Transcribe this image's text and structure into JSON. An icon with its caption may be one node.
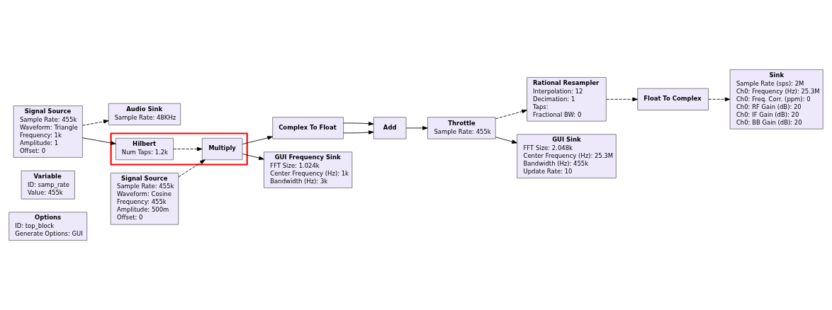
{
  "diagram": {
    "nodes": [
      {
        "text": [
          "Options",
          "ID: top_block",
          "Generate Options: GUI"
        ]
      },
      {
        "text": [
          "Variable",
          "ID: samp_rate",
          "Value: 455k"
        ]
      },
      {
        "text": [
          "Signal Source",
          "Sample Rate: 455k",
          "Waveform: Triangle",
          "Frequency: 1k",
          "Amplitude: 1",
          "Offset: 0"
        ]
      },
      {
        "text": [
          "Audio Sink",
          "Sample Rate: 48KHz"
        ]
      },
      {
        "text": [
          "Sink",
          "Sample Rate (sps): 2M",
          "Ch0: Frequency (Hz): 25.3M",
          "Ch0: Freq. Corr. (ppm): 0",
          "Ch0: RF Gain (dB): 20",
          "Ch0: IF Gain (dB): 20",
          "Ch0: BB Gain (dB): 20"
        ]
      },
      {
        "text": [
          "Float To Complex"
        ]
      },
      {
        "text": [
          "Rational Resampler",
          "Interpolation: 12",
          "Decimation: 1",
          "Taps:",
          "Fractional BW: 0"
        ]
      },
      {
        "text": [
          "GUI Sink",
          "FFT Size: 2.048k",
          "Center Frequency (Hz): 25.3M",
          "Bandwidth (Hz): 455k",
          "Update Rate: 10"
        ]
      },
      {
        "text": [
          "Signal Source",
          "Sample Rate: 455k",
          "Waveform: Cosine",
          "Frequency: 455k",
          "Amplitude: 500m",
          "Offset: 0"
        ]
      },
      {
        "text": [],
        "shape": "box"
      },
      {
        "text": [
          "Hilbert",
          "Num Taps: 1.2k"
        ],
        "in": 9
      },
      {
        "text": [
          "Multiply"
        ],
        "in": 9
      },
      {
        "text": [
          "Complex To Float"
        ]
      },
      {
        "text": [
          "Add"
        ]
      },
      {
        "text": [
          "Throttle",
          "Sample Rate: 455k"
        ]
      },
      {
        "text": [
          "GUI Frequency Sink",
          "FFT Size: 1.024k",
          "Center Frequency (Hz): 1k",
          "Bandwidth (Hz): 3k"
        ]
      }
    ],
    "edges": [
      {
        "from": 2,
        "to": 3,
        "arrow": "to",
        "style": "dashed"
      },
      {
        "from": 2,
        "to": 10,
        "arrow": "to"
      },
      {
        "from": 10,
        "to": 11,
        "arrow": "to",
        "style": "dashed"
      },
      {
        "from": 8,
        "to": 11,
        "arrow": "to",
        "style": "dashed"
      },
      {
        "from": 11,
        "to": 12,
        "arrow": "to"
      },
      {
        "from": 11,
        "to": 15,
        "arrow": "to"
      },
      {
        "from": 12,
        "to": 13,
        "arrow": "to"
      },
      {
        "from": 12,
        "to": 13,
        "arrow": "to"
      },
      {
        "from": 13,
        "to": 14,
        "arrow": "to"
      },
      {
        "from": 14,
        "to": 7,
        "arrow": "to"
      },
      {
        "from": 14,
        "to": 6,
        "arrow": "to",
        "style": "dashed"
      },
      {
        "from": 6,
        "to": 5,
        "arrow": "to",
        "style": "dashed"
      },
      {
        "from": 5,
        "to": 4,
        "arrow": "to",
        "style": "dashed"
      }
    ]
  }
}
